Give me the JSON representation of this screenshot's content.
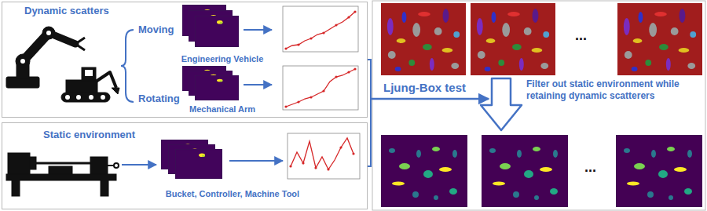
{
  "diagram": {
    "nodes": [
      {
        "text": [
          "Dynamic scatters"
        ]
      },
      {
        "text": [
          "Engineering Vehicle"
        ],
        "in": 0
      },
      {
        "text": [
          "Mechanical Arm"
        ],
        "in": 0
      },
      {
        "text": [
          "Static environment"
        ]
      },
      {
        "text": [
          "Bucket, Controller, Machine Tool"
        ],
        "in": 3
      }
    ],
    "labels": [
      "Moving",
      "Rotating",
      "Ljung-Box test",
      "Filter out static environment while retaining dynamic scatterers",
      "...",
      "..."
    ]
  }
}
